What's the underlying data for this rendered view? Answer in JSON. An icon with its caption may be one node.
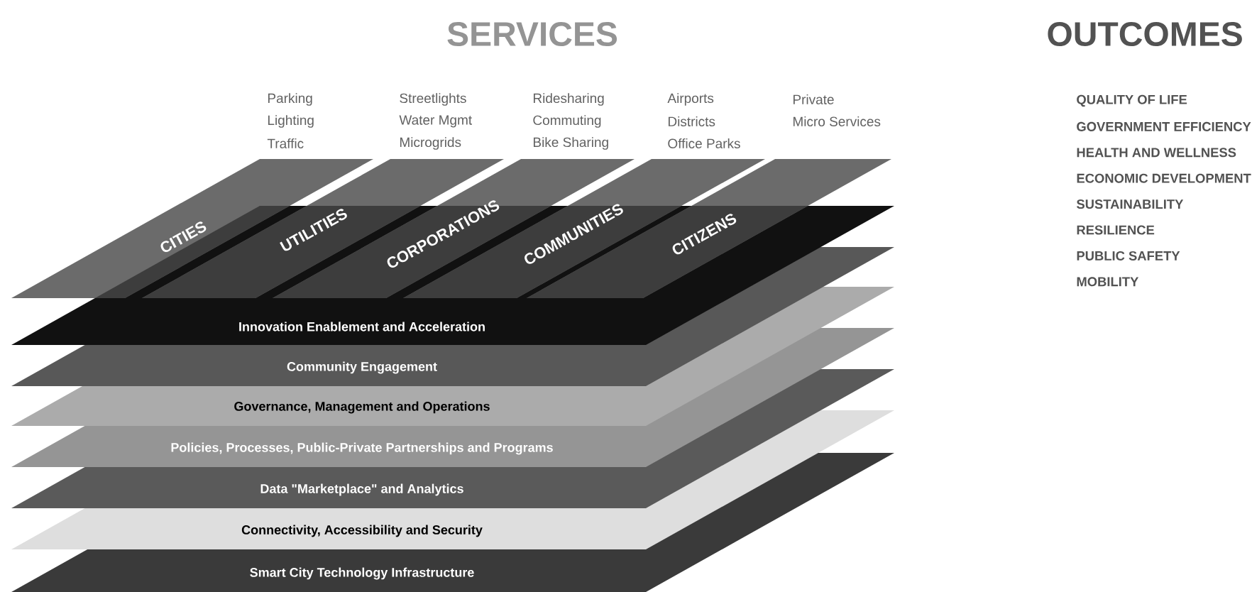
{
  "diagram": {
    "nodes": [
      {
        "text": [
          "CITIES"
        ],
        "beside": [
          "Parking",
          "Lighting",
          "Traffic"
        ]
      },
      {
        "text": [
          "UTILITIES"
        ],
        "beside": [
          "Streetlights",
          "Water Mgmt",
          "Microgrids"
        ]
      },
      {
        "text": [
          "CORPORATIONS"
        ],
        "beside": [
          "Ridesharing",
          "Commuting",
          "Bike Sharing"
        ]
      },
      {
        "text": [
          "COMMUNITIES"
        ],
        "beside": [
          "Airports",
          "Districts",
          "Office Parks"
        ]
      },
      {
        "text": [
          "CITIZENS"
        ],
        "beside": [
          "Private",
          "Micro Services"
        ]
      },
      {
        "text": [
          "Innovation Enablement and Acceleration"
        ]
      },
      {
        "text": [
          "Community Engagement"
        ]
      },
      {
        "text": [
          "Governance, Management and Operations"
        ]
      },
      {
        "text": [
          "Policies, Processes, Public-Private Partnerships and Programs"
        ]
      },
      {
        "text": [
          "Data \"Marketplace\" and Analytics"
        ]
      },
      {
        "text": [
          "Connectivity, Accessibility and Security"
        ]
      },
      {
        "text": [
          "Smart City Technology Infrastructure"
        ]
      }
    ],
    "labels": [
      "SERVICES",
      "OUTCOMES",
      "QUALITY OF LIFE",
      "GOVERNMENT EFFICIENCY",
      "HEALTH AND WELLNESS",
      "ECONOMIC DEVELOPMENT",
      "SUSTAINABILITY",
      "RESILIENCE",
      "PUBLIC SAFETY",
      "MOBILITY"
    ]
  }
}
